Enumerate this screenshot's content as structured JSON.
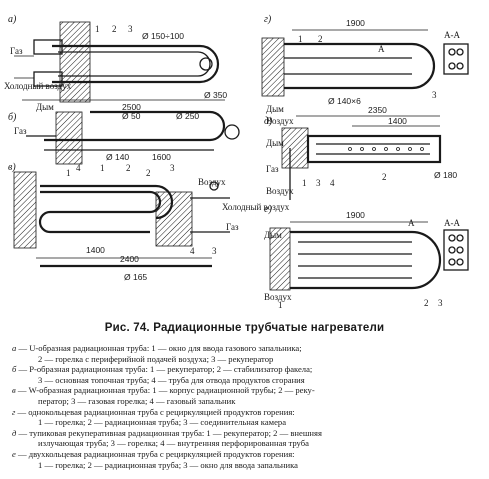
{
  "caption": "Рис. 74. Радиационные трубчатые нагреватели",
  "legend": [
    {
      "letter": "а",
      "lines": [
        "— U-образная радиационная труба: 1 — окно для ввода газового запальника;",
        "2 — горелка с периферийной подачей воздуха; 3 — рекуператор"
      ]
    },
    {
      "letter": "б",
      "lines": [
        "— Р-образная радиационная труба: 1 — рекуператор; 2 — стабилизатор факела;",
        "3 — основная топочная труба; 4 — труба для отвода продуктов сгорания"
      ]
    },
    {
      "letter": "в",
      "lines": [
        "— W-образная радиационная труба: 1 — корпус радиационной трубы; 2 — реку-",
        "ператор; 3 — газовая горелка; 4 — газовый запальник"
      ]
    },
    {
      "letter": "г",
      "lines": [
        "— однокольцевая радиационная труба с рециркуляцией продуктов горения:",
        "1 — горелка; 2 — радиационная труба; 3 — соединительная камера"
      ]
    },
    {
      "letter": "д",
      "lines": [
        "— тупиковая рекуперативная радиационная труба: 1 — рекуператор; 2 — внешняя",
        "излучающая труба; 3 — горелка; 4 — внутренняя перфорированная труба"
      ]
    },
    {
      "letter": "е",
      "lines": [
        "— двухкольцевая радиационная труба с рециркуляцией продуктов горения:",
        "1 — горелка; 2 — радиационная труба; 3 — окно для ввода запальника"
      ]
    }
  ],
  "figure": {
    "panel_a": {
      "tag": "а)",
      "gas": "Газ",
      "air": "Холодный воздух",
      "dims": [
        "Ø 150÷100",
        "2500",
        "Ø 350"
      ],
      "nums": [
        "1",
        "2",
        "3"
      ]
    },
    "panel_b": {
      "tag": "б)",
      "gas": "Газ",
      "smoke": "Дым",
      "dims": [
        "Ø 50",
        "Ø 250",
        "Ø 140",
        "1600"
      ],
      "nums": [
        "1",
        "2",
        "3",
        "4"
      ]
    },
    "panel_v": {
      "tag": "в)",
      "air_cold": "Холодный воздух",
      "air": "Воздух",
      "gas": "Газ",
      "dims": [
        "1400",
        "2400",
        "Ø 165"
      ],
      "nums": [
        "1",
        "2",
        "3",
        "4"
      ]
    },
    "panel_g": {
      "tag": "г)",
      "section": "А-А",
      "mark": "А",
      "smoke": "Дым",
      "air": "Воздух",
      "dims": [
        "1900",
        "Ø 140×6"
      ],
      "nums": [
        "1",
        "2",
        "3"
      ]
    },
    "panel_d": {
      "tag": "д)",
      "smoke": "Дым",
      "gas": "Газ",
      "air": "Воздух",
      "dims": [
        "2350",
        "1400",
        "Ø 180"
      ],
      "nums": [
        "1",
        "2",
        "3",
        "4"
      ]
    },
    "panel_e": {
      "tag": "е)",
      "section": "А-А",
      "mark": "А",
      "smoke": "Дым",
      "air": "Воздух",
      "dims": [
        "1900"
      ],
      "nums": [
        "1",
        "2",
        "3"
      ]
    }
  }
}
